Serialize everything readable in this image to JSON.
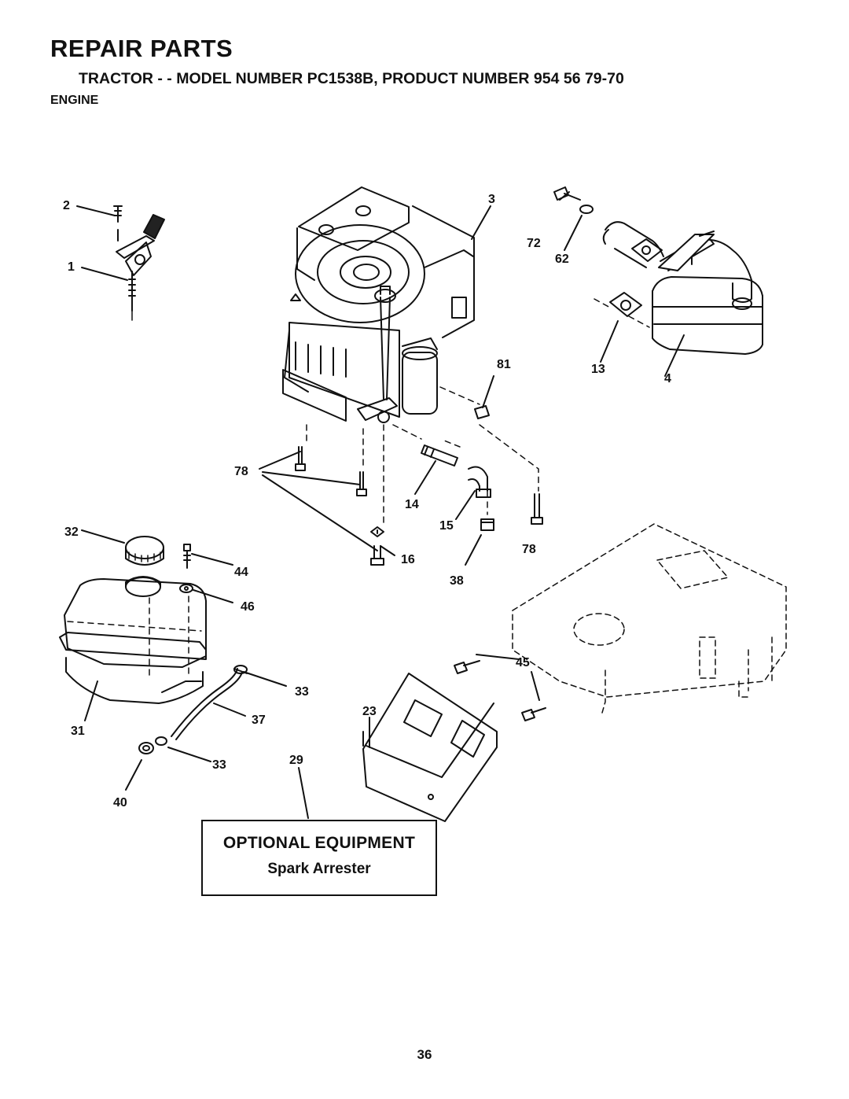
{
  "header": {
    "title": "REPAIR PARTS",
    "subtitle": "TRACTOR - - MODEL NUMBER PC1538B, PRODUCT NUMBER 954 56 79-70",
    "section": "ENGINE"
  },
  "callouts": {
    "c2": "2",
    "c1": "1",
    "c3": "3",
    "c72": "72",
    "c62": "62",
    "c81": "81",
    "c13": "13",
    "c4": "4",
    "c78a": "78",
    "c14": "14",
    "c15": "15",
    "c32": "32",
    "c44": "44",
    "c16": "16",
    "c78b": "78",
    "c38": "38",
    "c46": "46",
    "c45": "45",
    "c33a": "33",
    "c23": "23",
    "c37": "37",
    "c31": "31",
    "c33b": "33",
    "c29": "29",
    "c40": "40"
  },
  "optional": {
    "title": "OPTIONAL EQUIPMENT",
    "item": "Spark Arrester"
  },
  "page_number": "36"
}
